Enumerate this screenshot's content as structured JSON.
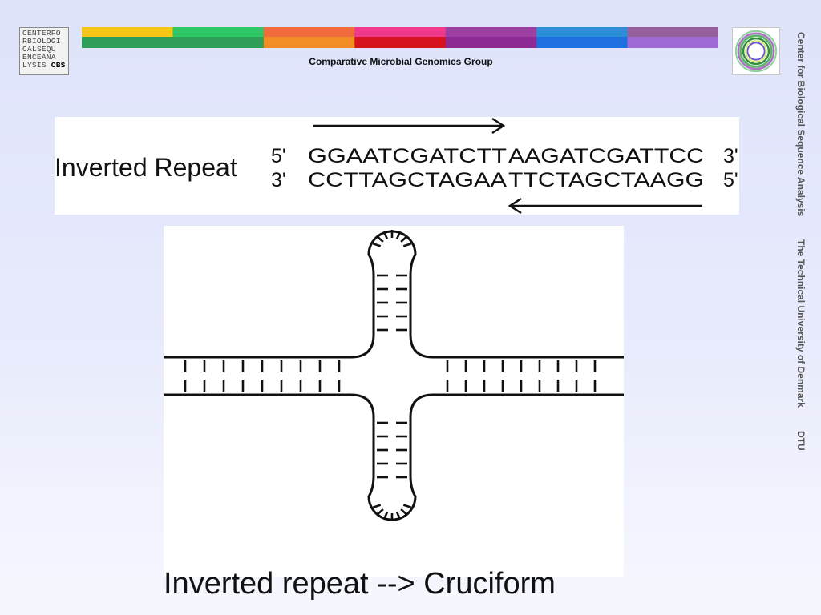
{
  "header": {
    "logo_left": {
      "rows": [
        "CENTERFO",
        "RBIOLOGI",
        "CALSEQU",
        "ENCEANA",
        "LYSIS"
      ],
      "brand": "CBS"
    },
    "group_name": "Comparative Microbial Genomics Group",
    "color_bar": {
      "top": [
        "#f5c518",
        "#2ec866",
        "#f26b3a",
        "#ef3a8c",
        "#9c3fa0",
        "#2a8fd6",
        "#96609e"
      ],
      "bottom": [
        "#2f9e57",
        "#2f9e57",
        "#f28c25",
        "#d7141e",
        "#8e2a93",
        "#1e6fe0",
        "#a06ad6"
      ]
    },
    "logo_right": "dtu-ring-logo"
  },
  "sidebar": {
    "line1": "Center for Biological Sequence Analysis",
    "line2": "The Technical University of Denmark",
    "line3": "DTU"
  },
  "inverted_repeat": {
    "label": "Inverted Repeat",
    "top_strand": {
      "left_end": "5'",
      "sequence_a": "GGAATCGATCTT",
      "sequence_b": "AAGATCGATTCC",
      "right_end": "3'"
    },
    "bottom_strand": {
      "left_end": "3'",
      "sequence_a": "CCTTAGCTAGAA",
      "sequence_b": "TTCTAGCTAAGG",
      "right_end": "5'"
    }
  },
  "cruciform": {
    "horizontal_left_rungs": 9,
    "horizontal_right_rungs": 9,
    "vertical_top_rungs": 5,
    "vertical_bottom_rungs": 5,
    "loop_ticks": 7
  },
  "caption": "Inverted repeat --> Cruciform"
}
